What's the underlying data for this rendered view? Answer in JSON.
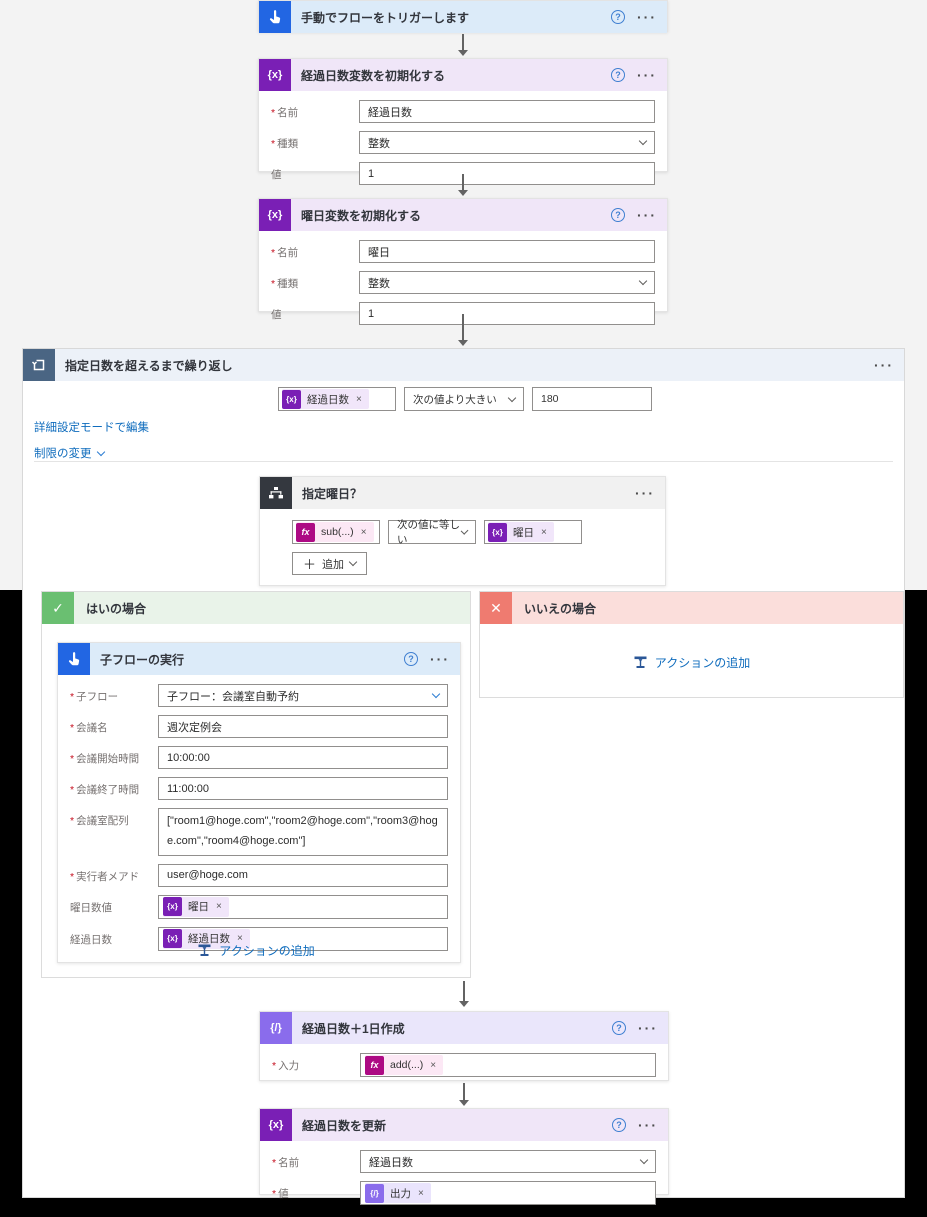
{
  "icons": {
    "help": "?",
    "menu": "···",
    "variable_glyph": "{x}",
    "fx_glyph": "fx",
    "compose_glyph": "{/}",
    "check": "✓",
    "cross": "✕",
    "close": "×",
    "plus": "＋"
  },
  "trigger": {
    "title": "手動でフローをトリガーします"
  },
  "init_days": {
    "title": "経過日数変数を初期化する",
    "name_label": "名前",
    "name_value": "経過日数",
    "type_label": "種類",
    "type_value": "整数",
    "value_label": "値",
    "value": "1"
  },
  "init_weekday": {
    "title": "曜日変数を初期化する",
    "name_label": "名前",
    "name_value": "曜日",
    "type_label": "種類",
    "type_value": "整数",
    "value_label": "値",
    "value": "1"
  },
  "do_until": {
    "title": "指定日数を超えるまで繰り返し",
    "left_token": "経過日数",
    "operator": "次の値より大きい",
    "limit_value": "180",
    "advanced_link": "詳細設定モードで編集",
    "limits_link": "制限の変更"
  },
  "condition_card": {
    "title": "指定曜日？",
    "lhs_token": "sub(...)",
    "operator": "次の値に等しい",
    "rhs_token": "曜日",
    "add_label": "追加"
  },
  "yes_branch": {
    "title": "はいの場合",
    "add_action_label": "アクションの追加"
  },
  "no_branch": {
    "title": "いいえの場合",
    "add_action_label": "アクションの追加"
  },
  "child_flow": {
    "title": "子フローの実行",
    "fields": [
      {
        "label": "子フロー",
        "value": "子フロー：会議室自動予約"
      },
      {
        "label": "会議名",
        "value": "週次定例会"
      },
      {
        "label": "会議開始時間",
        "value": "10:00:00"
      },
      {
        "label": "会議終了時間",
        "value": "11:00:00"
      },
      {
        "label": "会議室配列",
        "value": "[\"room1@hoge.com\",\"room2@hoge.com\",\"room3@hoge.com\",\"room4@hoge.com\"]"
      },
      {
        "label": "実行者メアド",
        "value": "user@hoge.com"
      },
      {
        "label": "曜日数値",
        "value": "曜日"
      },
      {
        "label": "経過日数",
        "value": "経過日数"
      }
    ]
  },
  "compose_card": {
    "title": "経過日数＋1日作成",
    "input_label": "入力",
    "token": "add(...)"
  },
  "set_variable": {
    "title": "経過日数を更新",
    "name_label": "名前",
    "name_value": "経過日数",
    "value_label": "値",
    "token": "出力"
  }
}
